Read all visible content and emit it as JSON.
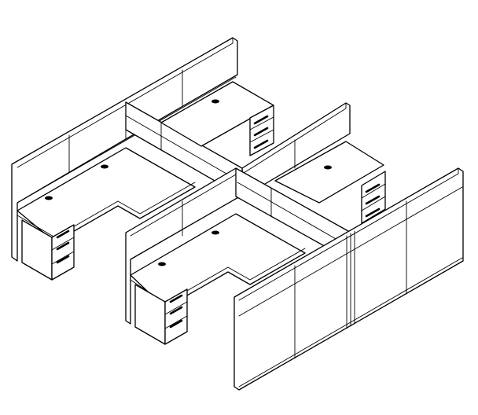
{
  "drawing": {
    "subject": "",
    "colors": {
      "line": "#000000",
      "fill": "#ffffff",
      "background": "#ffffff"
    },
    "workstations": 4,
    "pedestals_with_drawers": 4,
    "drawers_per_pedestal": 3,
    "cable_grommets_per_desk": 2
  }
}
